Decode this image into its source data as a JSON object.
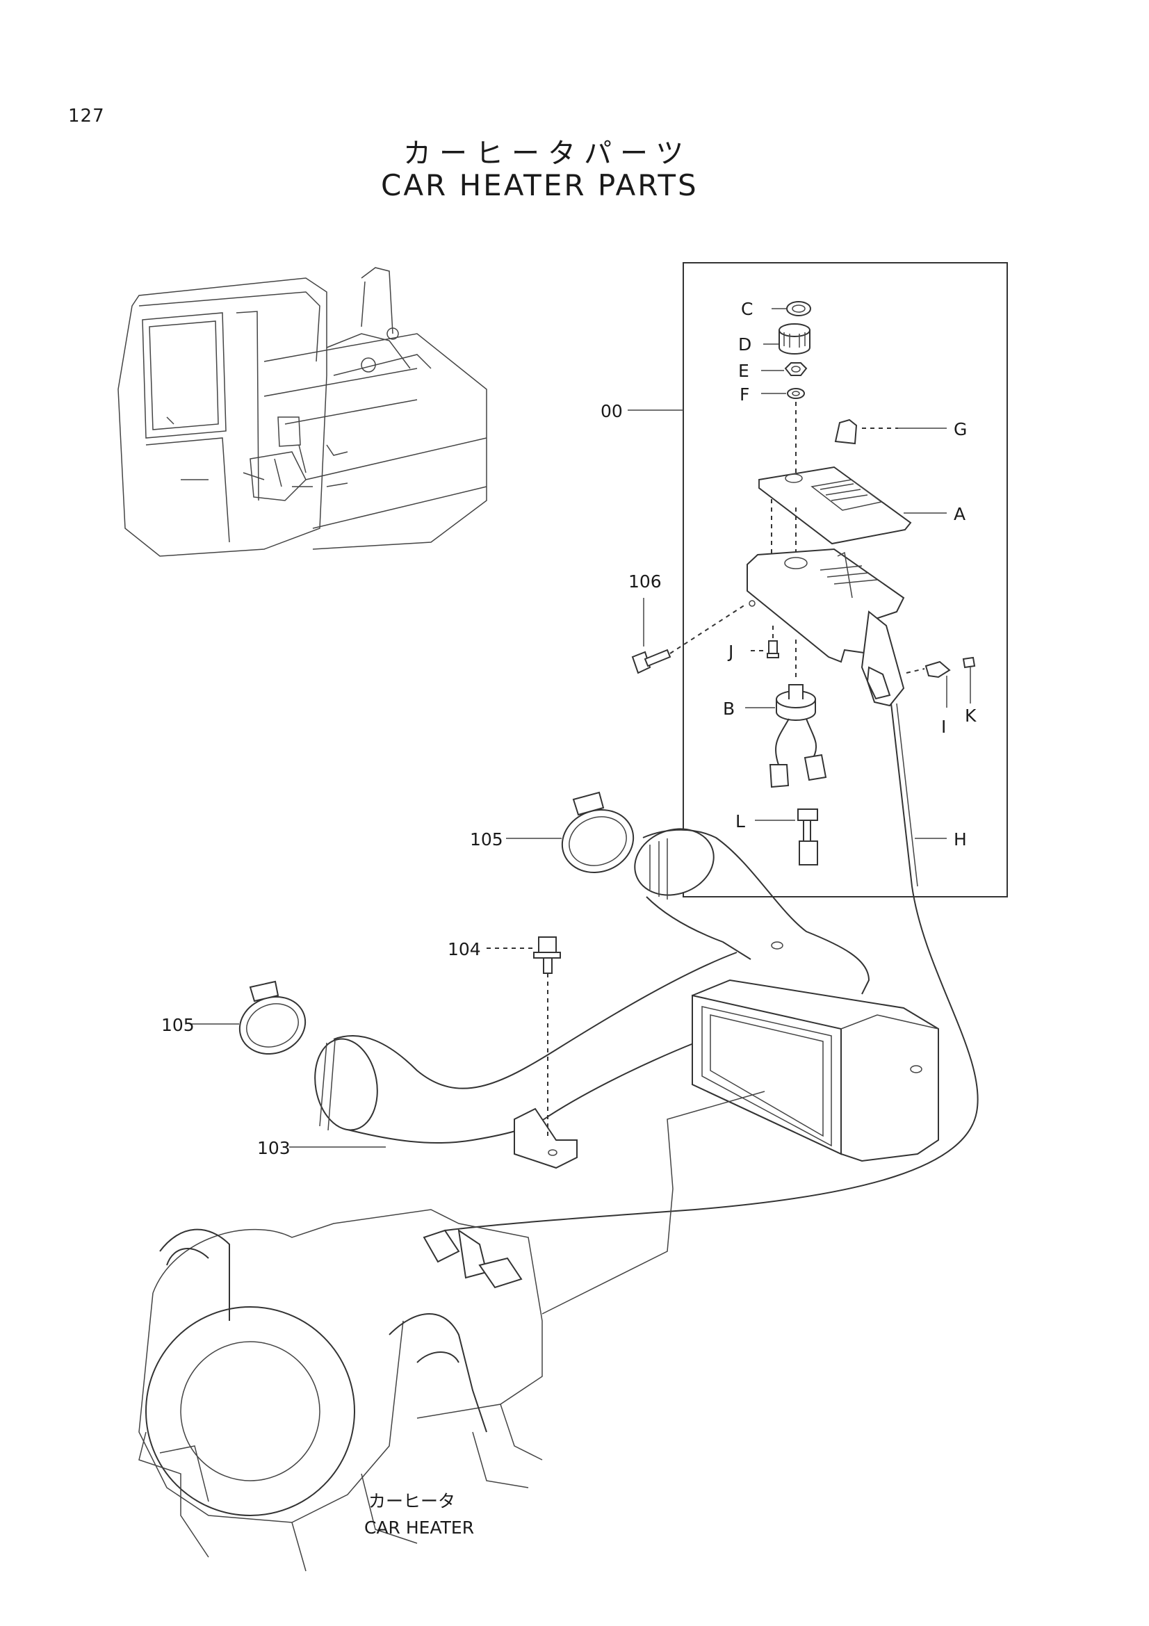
{
  "page_number": "127",
  "title_jp": "カーヒータパーツ",
  "title_en": "CAR HEATER PARTS",
  "callouts": {
    "c_00": "00",
    "c_A": "A",
    "c_B": "B",
    "c_C": "C",
    "c_D": "D",
    "c_E": "E",
    "c_F": "F",
    "c_G": "G",
    "c_H": "H",
    "c_I": "I",
    "c_J": "J",
    "c_K": "K",
    "c_L": "L",
    "c_103": "103",
    "c_104": "104",
    "c_105a": "105",
    "c_105b": "105",
    "c_106": "106"
  },
  "heater_label_jp": "カーヒータ",
  "heater_label_en": "CAR HEATER"
}
